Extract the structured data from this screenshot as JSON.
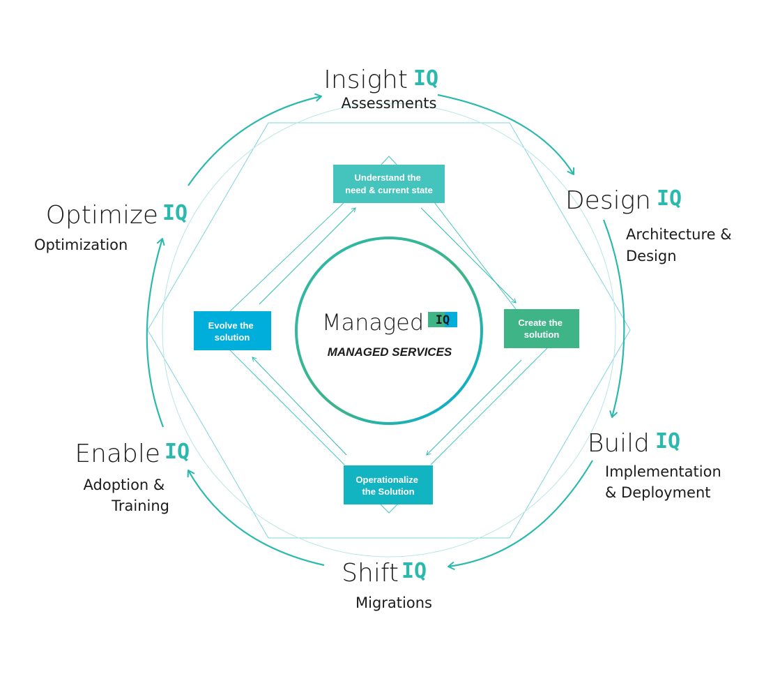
{
  "colors": {
    "teal": "#2bb9ad",
    "teal_box": "#45c4bd",
    "green_box": "#3eb487",
    "blue_box": "#00aedc",
    "dark_teal_box": "#12b4c1",
    "hex_line": "#7fd3e2",
    "circle_line": "#b4e6e3"
  },
  "center": {
    "title": "Managed",
    "badge": "IQ",
    "subtitle": "MANAGED SERVICES"
  },
  "cycle": {
    "insight": {
      "title": "Insight",
      "badge": "IQ",
      "sub": [
        "Assessments"
      ]
    },
    "design": {
      "title": "Design",
      "badge": "IQ",
      "sub": [
        "Architecture &",
        "Design"
      ]
    },
    "build": {
      "title": "Build",
      "badge": "IQ",
      "sub": [
        "Implementation",
        "& Deployment"
      ]
    },
    "shift": {
      "title": "Shift",
      "badge": "IQ",
      "sub": [
        "Migrations"
      ]
    },
    "enable": {
      "title": "Enable",
      "badge": "IQ",
      "sub": [
        "Adoption &",
        "Training"
      ]
    },
    "optimize": {
      "title": "Optimize",
      "badge": "IQ",
      "sub": [
        "Optimization"
      ]
    }
  },
  "steps": {
    "understand": [
      "Understand the",
      "need & current state"
    ],
    "create": [
      "Create the",
      "solution"
    ],
    "operationalize": [
      "Operationalize",
      "the Solution"
    ],
    "evolve": [
      "Evolve the",
      "solution"
    ]
  }
}
